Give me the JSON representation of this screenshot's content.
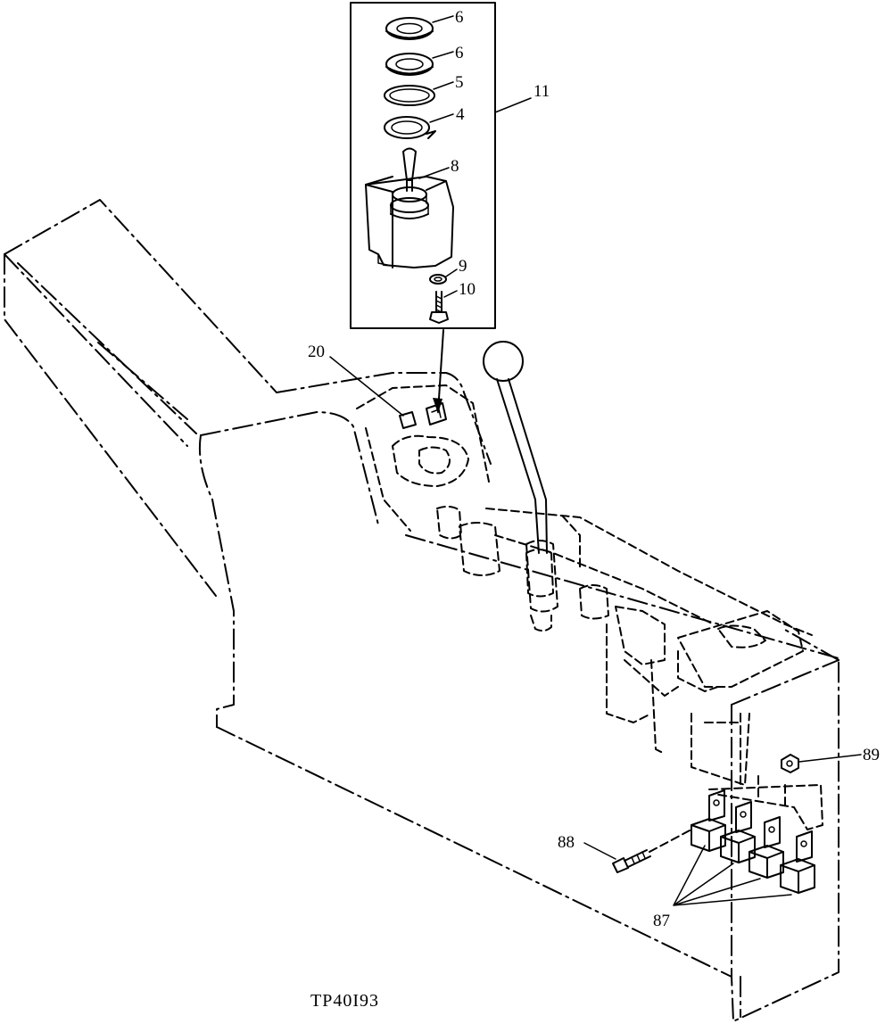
{
  "figure_id": "TP40I93",
  "callouts": {
    "washer_top": "6",
    "washer_second": "6",
    "ring": "5",
    "lock_washer": "4",
    "switch_group": "11",
    "toggle_switch": "8",
    "nut": "9",
    "screw": "10",
    "switch_location": "20",
    "nut_side": "89",
    "bolt": "88",
    "relays": "87"
  }
}
